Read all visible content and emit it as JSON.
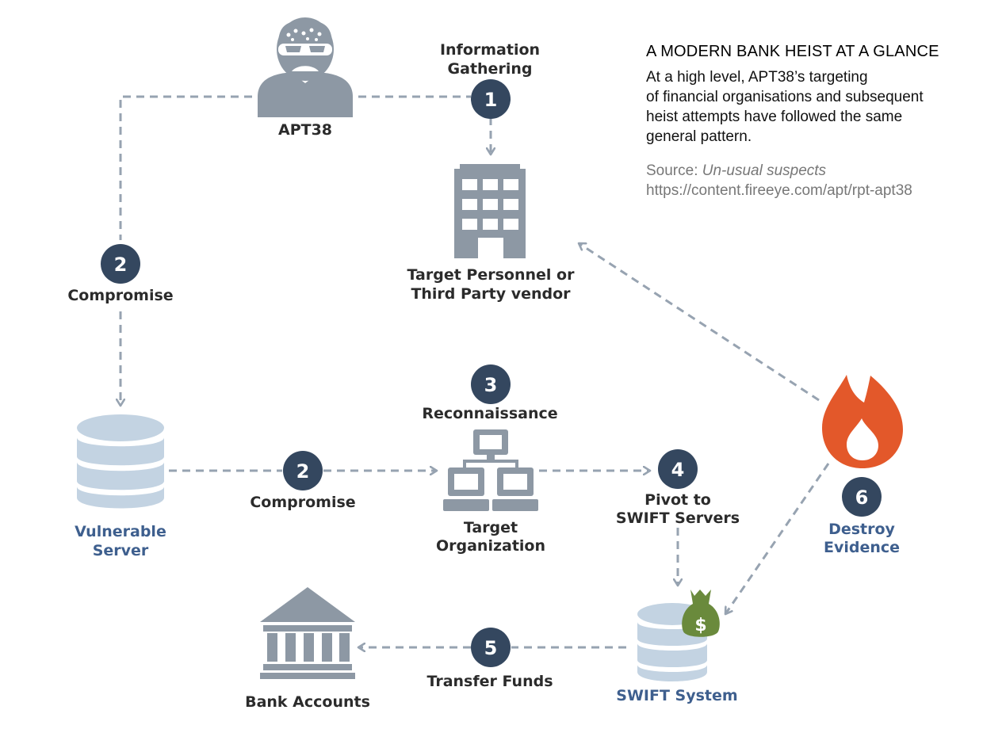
{
  "panel": {
    "title": "A MODERN BANK HEIST AT A GLANCE",
    "desc_lines": [
      "At a high level, APT38’s targeting",
      "of financial organisations and subsequent",
      "heist attempts have followed the same",
      "general pattern."
    ],
    "source_prefix": "Source: ",
    "source_title": "Un-usual suspects",
    "source_url": "https://content.fireeye.com/apt/rpt-apt38"
  },
  "nodes": {
    "apt38": "APT38",
    "target_personnel": [
      "Target Personnel or",
      "Third Party vendor"
    ],
    "vulnerable_server": [
      "Vulnerable",
      "Server"
    ],
    "target_org": [
      "Target",
      "Organization"
    ],
    "swift_system": "SWIFT System",
    "bank_accounts": "Bank Accounts"
  },
  "steps": {
    "s1": {
      "number": "1",
      "label": [
        "Information",
        "Gathering"
      ]
    },
    "s2a": {
      "number": "2",
      "label": [
        "Compromise"
      ]
    },
    "s2b": {
      "number": "2",
      "label": [
        "Compromise"
      ]
    },
    "s3": {
      "number": "3",
      "label": [
        "Reconnaissance"
      ]
    },
    "s4": {
      "number": "4",
      "label": [
        "Pivot to",
        "SWIFT Servers"
      ]
    },
    "s5": {
      "number": "5",
      "label": [
        "Transfer Funds"
      ]
    },
    "s6": {
      "number": "6",
      "label": [
        "Destroy",
        "Evidence"
      ]
    }
  },
  "icons": {
    "hacker": "hacker-icon",
    "building": "office-building-icon",
    "server": "database-server-icon",
    "network": "network-computers-icon",
    "swift": "database-money-bag-icon",
    "bank": "bank-building-icon",
    "fire": "fire-icon",
    "money_symbol": "$"
  },
  "colors": {
    "badge": "#34475f",
    "arrow": "#97a3b1",
    "icon_gray": "#8d98a4",
    "db_blue": "#c3d3e2",
    "label_blue": "#3e5f8e",
    "fire_orange": "#e3582a",
    "money_green": "#6a8a3c"
  }
}
